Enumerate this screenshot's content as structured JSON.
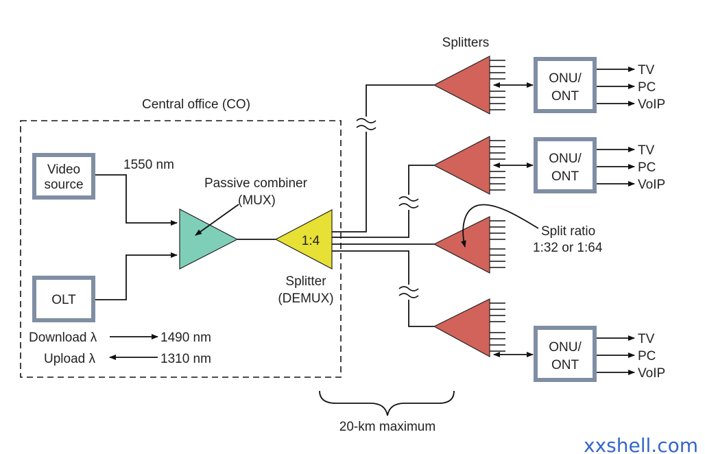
{
  "labels": {
    "splitters_top": "Splitters",
    "central_office": "Central office (CO)",
    "video_source_line1": "Video",
    "video_source_line2": "source",
    "olt": "OLT",
    "wavelength_1550": "1550 nm",
    "passive_combiner_line1": "Passive combiner",
    "passive_combiner_line2": "(MUX)",
    "splitter_ratio": "1:4",
    "splitter_demux_line1": "Splitter",
    "splitter_demux_line2": "(DEMUX)",
    "download": "Download λ",
    "download_value": "1490 nm",
    "upload": "Upload λ",
    "upload_value": "1310 nm",
    "split_ratio_line1": "Split ratio",
    "split_ratio_line2": "1:32 or 1:64",
    "distance": "20-km maximum",
    "watermark": "xxshell.com"
  },
  "onus": [
    {
      "line1": "ONU/",
      "line2": "ONT",
      "outputs": [
        "TV",
        "PC",
        "VoIP"
      ]
    },
    {
      "line1": "ONU/",
      "line2": "ONT",
      "outputs": [
        "TV",
        "PC",
        "VoIP"
      ]
    },
    {
      "line1": "ONU/",
      "line2": "ONT",
      "outputs": [
        "TV",
        "PC",
        "VoIP"
      ]
    }
  ],
  "colors": {
    "box_border": "#7f8ea3",
    "combiner": "#7fcfb8",
    "splitter_1x4": "#e7e035",
    "splitter_red": "#d2635a",
    "line": "#111111",
    "watermark": "#3366cc"
  }
}
